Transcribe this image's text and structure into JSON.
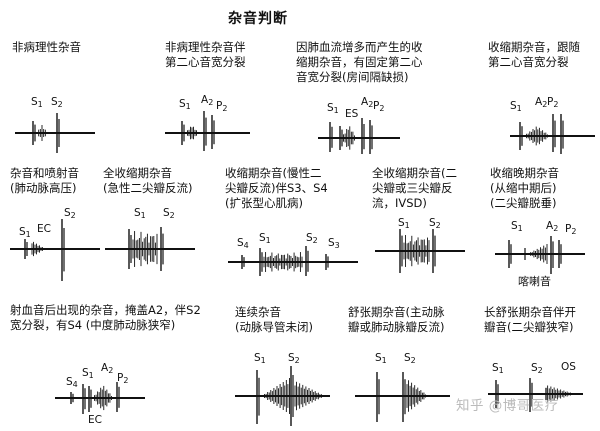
{
  "title": "杂音判断",
  "panels": [
    {
      "caption": "非病理性杂音",
      "labels": [
        "S1",
        "S2"
      ]
    },
    {
      "caption": "非病理性杂音伴\n第二心音宽分裂",
      "labels": [
        "S1",
        "A2",
        "P2"
      ]
    },
    {
      "caption": "因肺血流增多而产生的收\n缩期杂音，有固定第二心\n音宽分裂(房间隔缺损)",
      "labels": [
        "S1",
        "ES",
        "A2",
        "P2"
      ]
    },
    {
      "caption": "收缩期杂音，跟随\n第二心音宽分裂",
      "labels": [
        "S1",
        "A2",
        "P2"
      ]
    },
    {
      "caption": "杂音和喷射音\n(肺动脉高压)",
      "labels": [
        "S1",
        "EC",
        "S2"
      ]
    },
    {
      "caption": "全收缩期杂音\n(急性二尖瓣反流)",
      "labels": [
        "S1",
        "S2"
      ]
    },
    {
      "caption": "收缩期杂音(慢性二\n尖瓣反流)伴S3、S4\n(扩张型心肌病)",
      "labels": [
        "S4",
        "S1",
        "S2",
        "S3"
      ]
    },
    {
      "caption": "全收缩期杂音(二\n尖瓣或三尖瓣反\n流，IVSD)",
      "labels": [
        "S1",
        "S2"
      ]
    },
    {
      "caption": "收缩晚期杂音\n(从缩中期后)\n(二尖瓣脱垂)",
      "labels": [
        "S1",
        "A2",
        "P2"
      ],
      "extra": "喀喇音"
    },
    {
      "caption": "射血音后出现的杂音，掩盖A2，伴S2\n宽分裂，有S4 (中度肺动脉狭窄)",
      "labels": [
        "S4",
        "S1",
        "A2",
        "P2",
        "EC"
      ]
    },
    {
      "caption": "连续杂音\n(动脉导管未闭)",
      "labels": [
        "S1",
        "S2"
      ]
    },
    {
      "caption": "舒张期杂音(主动脉\n瓣或肺动脉瓣反流)",
      "labels": [
        "S1",
        "S2"
      ]
    },
    {
      "caption": "长舒张期杂音伴开\n瓣音(二尖瓣狭窄)",
      "labels": [
        "S1",
        "S2",
        "OS"
      ]
    }
  ],
  "watermark": "知乎 @博哥医疗"
}
